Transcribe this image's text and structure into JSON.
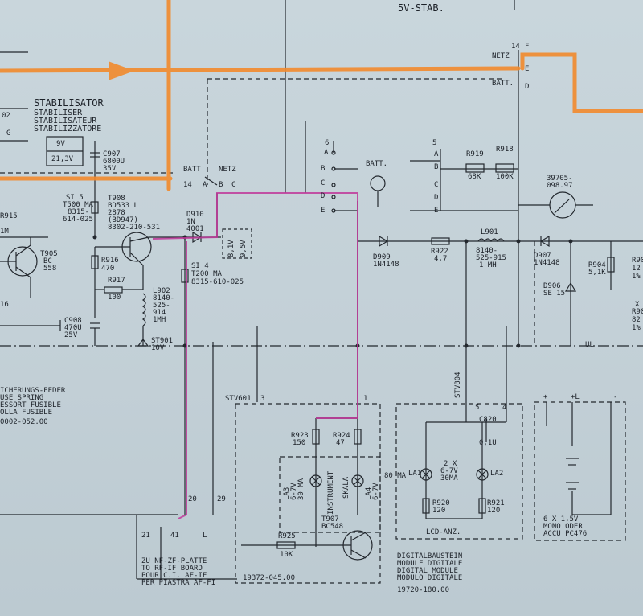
{
  "header": {
    "title": "5V-STAB."
  },
  "colors": {
    "ink": "#23282e",
    "highlight_orange": "#f28a2c",
    "highlight_pink": "#c0389a",
    "paper": "#c6d3d9"
  },
  "stabilizer": {
    "title": "STABILISATOR",
    "lines": [
      "STABILISER",
      "STABILISATEUR",
      "STABILIZZATORE"
    ],
    "box_top": "9V",
    "box_bottom": "21,3V"
  },
  "switch_labels": {
    "batt": "BATT",
    "netz": "NETZ",
    "n14": "14",
    "a": "A",
    "b": "B",
    "c": "C"
  },
  "top_right": {
    "n14": "14",
    "f": "F",
    "netz": "NETZ",
    "e": "E",
    "batt": "BATT.",
    "d": "D"
  },
  "c907": {
    "name": "C907",
    "v1": "6800U",
    "v2": "35V"
  },
  "si5": {
    "name": "SI 5",
    "v1": "T500 MA",
    "v2": "8315-",
    "v3": "614-025"
  },
  "t908": {
    "name": "T908",
    "v1": "BD533 L",
    "v2": "2878",
    "v3": "(BD947)",
    "v4": "8302-210-531"
  },
  "d910": {
    "name": "D910",
    "v1": "1N",
    "v2": "4001"
  },
  "v81": "8,1V",
  "v95": "9,5V",
  "si4": {
    "name": "SI 4",
    "v1": "T200 MA",
    "v2": "8315-610-025"
  },
  "r915": {
    "name": "R915",
    "v": "1M"
  },
  "t905": {
    "name": "T905",
    "v1": "BC",
    "v2": "558"
  },
  "r916": {
    "name": "R916",
    "v": "470"
  },
  "r917": {
    "name": "R917",
    "v": "100"
  },
  "l902": {
    "name": "L902",
    "v1": "8140-",
    "v2": "525-",
    "v3": "914",
    "v4": "1MH"
  },
  "c908": {
    "name": "C908",
    "v1": "470U",
    "v2": "25V"
  },
  "st901": {
    "name": "ST901",
    "v": "10V"
  },
  "left_edge": {
    "n02": "02",
    "g": "G",
    "n16": "16"
  },
  "fuse": {
    "l1": "ICHERUNGS-FEDER",
    "l2": "USE SPRING",
    "l3": "ESSORT FUSIBLE",
    "l4": "OLLA FUSIBLE",
    "l5": "0002-052.00"
  },
  "switch_left": {
    "n6": "6",
    "a": "A",
    "b": "B",
    "c": "C",
    "d": "D",
    "e": "E"
  },
  "batt_lamp": "BATT.",
  "switch_right": {
    "n5": "5",
    "a": "A",
    "b": "B",
    "c": "C",
    "d": "D",
    "e": "E"
  },
  "r919": {
    "name": "R919",
    "v": "68K"
  },
  "r918": {
    "name": "R918",
    "v": "100K"
  },
  "meter": {
    "v1": "39705-",
    "v2": "098.97"
  },
  "d909": {
    "name": "D909",
    "v": "1N4148"
  },
  "r922": {
    "name": "R922",
    "v": "4,7"
  },
  "l901": {
    "name": "L901",
    "v1": "8140-",
    "v2": "525-915",
    "v3": "1 MH"
  },
  "d907": {
    "name": "D907",
    "v": "1N4148"
  },
  "d906": {
    "name": "D906",
    "v": "SE 15"
  },
  "r904": {
    "name": "R904",
    "v": "5,1K"
  },
  "right_edge": {
    "a": "R90",
    "b": "12",
    "c": "1%",
    "d": "X",
    "e": "R90",
    "f": "82",
    "g": "1%"
  },
  "ul": "UL",
  "stv804": "STV804",
  "conn_nums": {
    "n5": "5",
    "n4": "4",
    "plus": "+",
    "plus_l": "+L",
    "minus": "-"
  },
  "stv601": {
    "name": "STV601",
    "n3": "3"
  },
  "n1": "1",
  "r923": {
    "name": "R923",
    "v": "150"
  },
  "r924": {
    "name": "R924",
    "v": "47"
  },
  "la3": {
    "name": "LA3",
    "v1": "6-7V",
    "v2": "30 MA"
  },
  "instrument": "INSTRUMENT",
  "skala": "SKALA",
  "la4": {
    "name": "LA4",
    "v1": "6-7V",
    "v2": "80 MA"
  },
  "c820": {
    "name": "C820",
    "v": "0,1U"
  },
  "la12": {
    "la1": "LA1",
    "la2": "LA2",
    "v1": "2 X",
    "v2": "6-7V",
    "v3": "30MA"
  },
  "r920": {
    "name": "R920",
    "v": "120"
  },
  "r921": {
    "name": "R921",
    "v": "120"
  },
  "lcd": "LCD-ANZ.",
  "battery": {
    "v1": "6 X 1,5V",
    "v2": "MONO ODER",
    "v3": "ACCU PC476"
  },
  "t907": {
    "name": "T907",
    "v": "BC548"
  },
  "r925": {
    "name": "R925",
    "v": "10K"
  },
  "pins": {
    "n20": "20",
    "n29": "29",
    "n21": "21",
    "n41": "41",
    "l": "L"
  },
  "nf_board": {
    "l1": "ZU NF-ZF-PLATTE",
    "l2": "TO RF-IF BOARD",
    "l3": "POUR C.I. AF-IF",
    "l4": "PER PIASTRA AF-FI"
  },
  "module_code": "19372-045.00",
  "digital": {
    "l1": "DIGITALBAUSTEIN",
    "l2": "MODULE DIGITALE",
    "l3": "DIGITAL MODULE",
    "l4": "MODULO DIGITALE",
    "code": "19720-180.00"
  }
}
